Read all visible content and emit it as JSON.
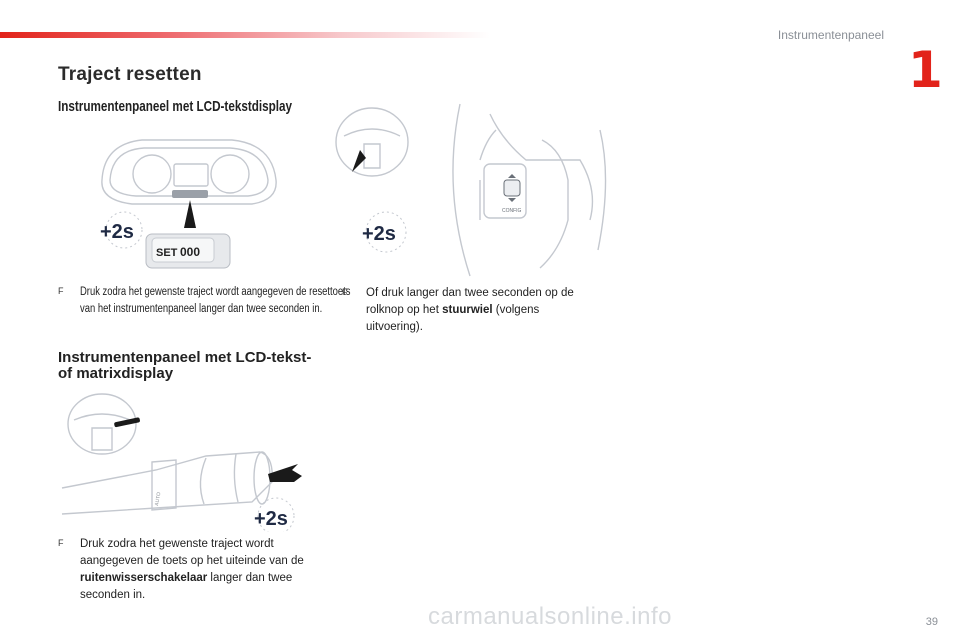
{
  "header": {
    "section_label": "Instrumentenpaneel",
    "chapter_number": "1",
    "accent_color": "#e2231a"
  },
  "page": {
    "title": "Traject resetten",
    "number": "39"
  },
  "section1": {
    "subtitle": "Instrumentenpaneel met LCD-tekstdisplay",
    "badge_plus": "+2s",
    "set_label": "SET",
    "set_digits": "000",
    "instruction_bullet": "F",
    "instruction": "Druk zodra het gewenste traject wordt aangegeven de resettoets van het instrumentenpaneel langer dan twee seconden in."
  },
  "section2": {
    "badge_plus": "+2s",
    "config_label": "CONFIG",
    "instruction_bullet": "F",
    "instruction_pre": "Of druk langer dan twee seconden op de rolknop op het",
    "instruction_bold": "stuurwiel",
    "instruction_post": "(volgens uitvoering)."
  },
  "section3": {
    "subtitle": "Instrumentenpaneel met LCD-tekst- of matrixdisplay",
    "badge_plus": "+2s",
    "auto_label": "AUTO",
    "instruction_bullet": "F",
    "instruction_pre": "Druk zodra het gewenste traject wordt aangegeven de toets op het uiteinde van de",
    "instruction_bold": "ruitenwisserschakelaar",
    "instruction_post": "langer dan twee seconden in."
  },
  "footer": {
    "watermark": "carmanualsonline.info"
  }
}
